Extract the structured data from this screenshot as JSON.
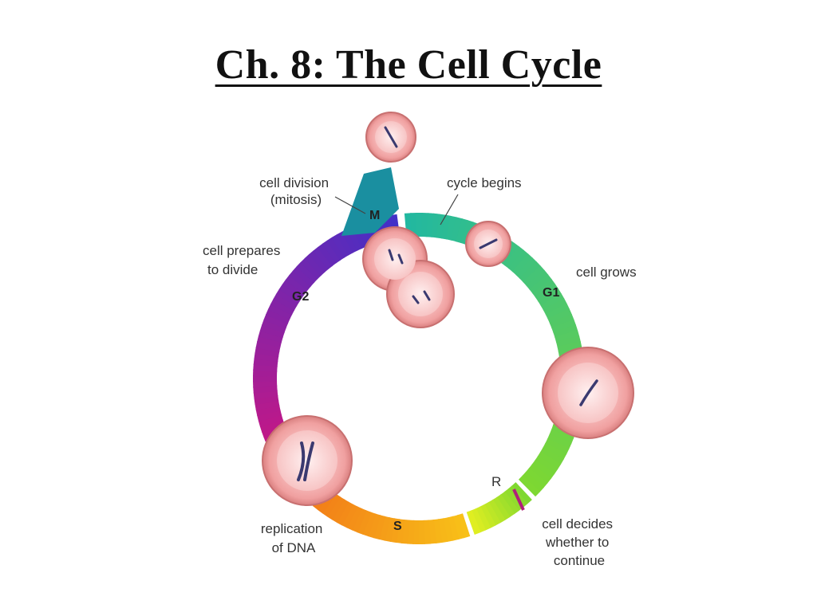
{
  "title": "Ch. 8:  The Cell Cycle",
  "phases": {
    "m": "M",
    "g1": "G1",
    "s": "S",
    "g2": "G2",
    "r": "R"
  },
  "labels": {
    "cell_division": [
      "cell division",
      "(mitosis)"
    ],
    "cycle_begins": "cycle begins",
    "cell_grows": "cell grows",
    "cell_prepares": [
      "cell prepares",
      "to divide"
    ],
    "replication": [
      "replication",
      "of DNA"
    ],
    "cell_decides": [
      "cell decides",
      "whether to",
      "continue"
    ]
  },
  "colors": {
    "m": "#1a8fa0",
    "g1_start": "#22b8a0",
    "g1_end": "#7fd830",
    "r_segment": "#e8f020",
    "s_start": "#f8c018",
    "s_end": "#f06018",
    "g2_start": "#c01888",
    "g2_end": "#4030c8",
    "cell_fill": "#f4b4b4",
    "cell_rim": "#e07878",
    "chromosome": "#3a3a70",
    "r_marker": "#b0207a"
  }
}
